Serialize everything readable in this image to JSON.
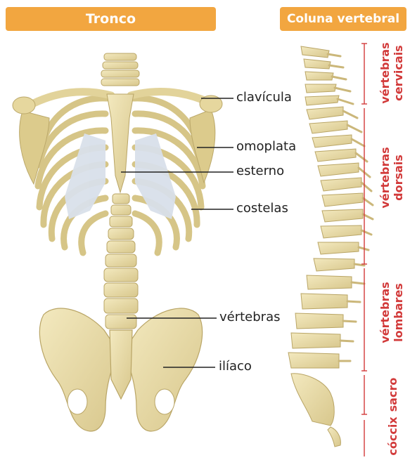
{
  "headers": {
    "trunk": "Tronco",
    "spine": "Coluna vertebral"
  },
  "trunk_labels": {
    "clavicle": "clavícula",
    "scapula": "omoplata",
    "sternum": "esterno",
    "ribs": "costelas",
    "vertebrae": "vértebras",
    "ilium": "ilíaco"
  },
  "spine_regions": {
    "cervical": [
      "vértebras",
      "cervicais"
    ],
    "dorsal": [
      "vértebras",
      "dorsais"
    ],
    "lumbar": [
      "vértebras",
      "lombares"
    ],
    "sacrum": "sacro",
    "coccyx": "cóccix"
  },
  "colors": {
    "header": "#f2a640",
    "bone": "#e9dca4",
    "bone_shadow": "#c9b878",
    "cartilage": "#d9e0ea",
    "region_accent": "#d23a3a",
    "leader_line": "#222222"
  }
}
